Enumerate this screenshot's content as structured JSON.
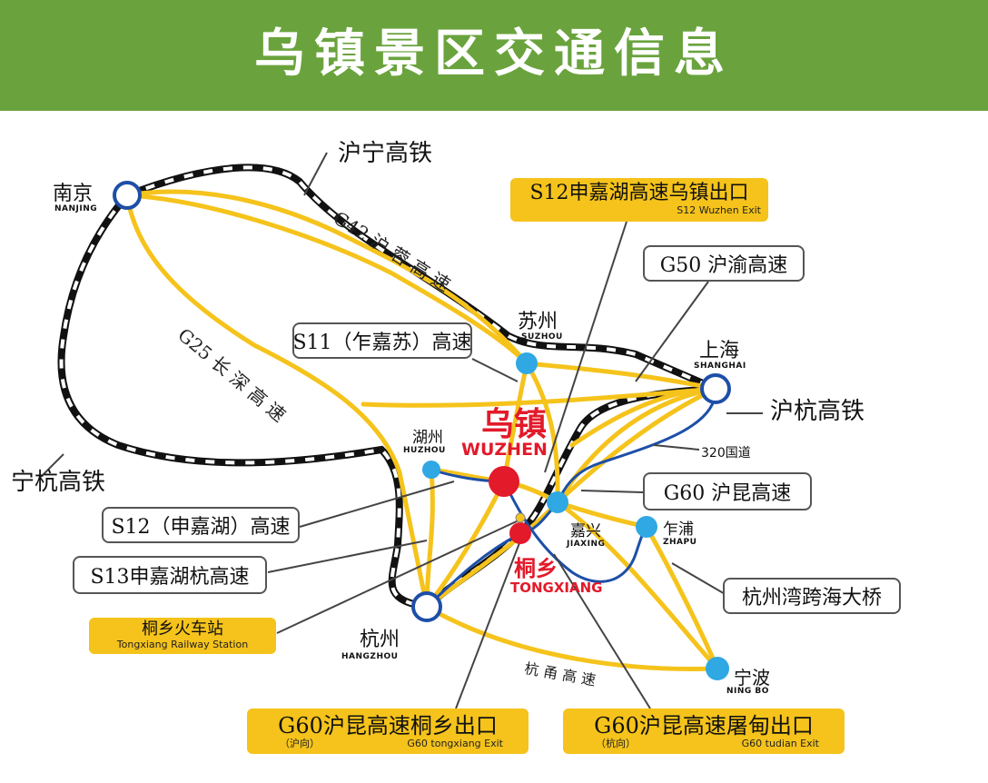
{
  "header": {
    "title": "乌镇景区交通信息"
  },
  "colors": {
    "header": "#6aa33d",
    "highway": "#f5c31b",
    "railway": "#111111",
    "national_road": "#1d4fa8",
    "wuzhen": "#e21a2a",
    "city_node": "#2fa8e4"
  },
  "cities": {
    "nanjing": {
      "zh": "南京",
      "en": "NANJING"
    },
    "suzhou": {
      "zh": "苏州",
      "en": "SUZHOU"
    },
    "shanghai": {
      "zh": "上海",
      "en": "SHANGHAI"
    },
    "huzhou": {
      "zh": "湖州",
      "en": "HUZHOU"
    },
    "wuzhen": {
      "zh": "乌镇",
      "en": "WUZHEN"
    },
    "jiaxing": {
      "zh": "嘉兴",
      "en": "JIAXING"
    },
    "zhapu": {
      "zh": "乍浦",
      "en": "ZHAPU"
    },
    "tongxiang": {
      "zh": "桐乡",
      "en": "TONGXIANG"
    },
    "hangzhou": {
      "zh": "杭州",
      "en": "HANGZHOU"
    },
    "ningbo": {
      "zh": "宁波",
      "en": "NING BO"
    }
  },
  "rail_labels": {
    "hu_ning": "沪宁高铁",
    "hu_hang": "沪杭高铁",
    "ning_hang": "宁杭高铁"
  },
  "road_labels": {
    "g42": "G42 沪 蓉 高 速",
    "g25": "G25 长 深 高 速",
    "hangyong": "杭 甬 高 速",
    "nat320": "320国道"
  },
  "callouts": {
    "s12_exit": {
      "zh": "S12申嘉湖高速乌镇出口",
      "en": "S12 Wuzhen Exit"
    },
    "g50": "G50 沪渝高速",
    "s11": "S11（乍嘉苏）高速",
    "g60": "G60 沪昆高速",
    "s12": "S12（申嘉湖）高速",
    "s13": "S13申嘉湖杭高速",
    "tongxiang_station": {
      "zh": "桐乡火车站",
      "en": "Tongxiang Railway Station"
    },
    "bridge": "杭州湾跨海大桥",
    "g60_tongxiang": {
      "zh": "G60沪昆高速桐乡出口",
      "dir": "（沪向）",
      "en": "G60 tongxiang Exit"
    },
    "g60_tudian": {
      "zh": "G60沪昆高速屠甸出口",
      "dir": "（杭向）",
      "en": "G60 tudian Exit"
    }
  }
}
